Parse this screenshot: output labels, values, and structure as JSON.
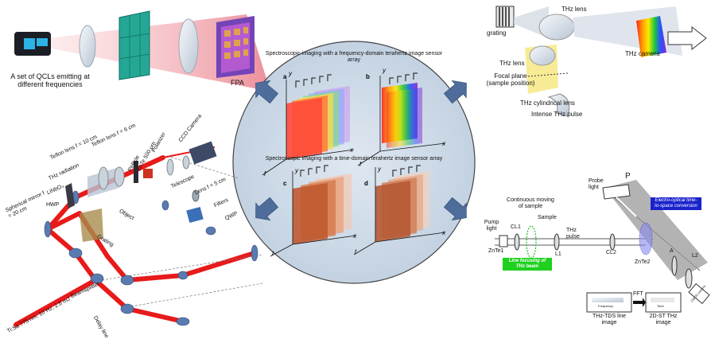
{
  "top_left": {
    "qcl_label": "A set of QCLs emitting at different frequencies",
    "fpa_label": "FPA"
  },
  "top_right": {
    "grating": "grating",
    "thz_lens_top": "THz lens",
    "thz_camera": "THz camera",
    "thz_lens_mid": "THz lens",
    "focal_plane": "Focal plane (sample position)",
    "cyl_lens": "THz cylindrical lens",
    "pulse": "Intense THz pulse"
  },
  "circle": {
    "title_top": "Spectroscopic imaging with a frequency-domain terahertz image sensor array",
    "title_bottom": "Spectroscopic imaging with a time-domain terahertz image sensor array",
    "panels": [
      {
        "letter": "a",
        "axis_f": "f",
        "axis_y": "y",
        "axis_x": "x"
      },
      {
        "letter": "b",
        "axis_f": "f",
        "axis_y": "y",
        "axis_x": "x"
      },
      {
        "letter": "c",
        "axis_f": "t",
        "axis_y": "y",
        "axis_x": "x"
      },
      {
        "letter": "d",
        "axis_f": "t",
        "axis_y": "y",
        "axis_x": "x"
      }
    ]
  },
  "bottom_left": {
    "ccd": "CCD Camera",
    "polarizer": "Polarizer",
    "znte": "ZnTe 500 μm",
    "pellicle": "Pellicle",
    "teflon1": "Teflon lens f = 6 cm",
    "teflon2": "Teflon lens f = 10 cm",
    "thz_rad": "THz radiation",
    "linbo3": "LiNbO₃",
    "hwp": "HWP",
    "spherical": "Spherical mirror f = 20 cm",
    "telescope": "Telescope",
    "lens5": "Lens f = 5 cm",
    "filters": "Filters",
    "qwp": "QWP",
    "object": "Object",
    "grating": "Grating",
    "beamsplitter": "Beamsplitter",
    "tisa": "Ti:Sa 775 nm, 10 Hz, 2.8 mJ",
    "delay": "Delay line"
  },
  "bottom_right": {
    "pump": "Pump light",
    "znte1": "ZnTe1",
    "cl1": "CL1",
    "continuous": "Continuous moving of sample",
    "sample": "Sample",
    "line_focus": "Line focusing of THz beam",
    "l1": "L1",
    "thz_pulse": "THz pulse",
    "cl2": "CL2",
    "probe": "Probe light",
    "p": "P",
    "eo_box": "Electro-optical time-to-space conversion",
    "znte2": "ZnTe2",
    "a": "A",
    "l2": "L2",
    "camera": "CMOS camera",
    "fft": "FFT",
    "frequency": "Frequency",
    "time": "Time",
    "tds_label": "THz-TDS line image",
    "st_label": "2D-ST THz image"
  }
}
